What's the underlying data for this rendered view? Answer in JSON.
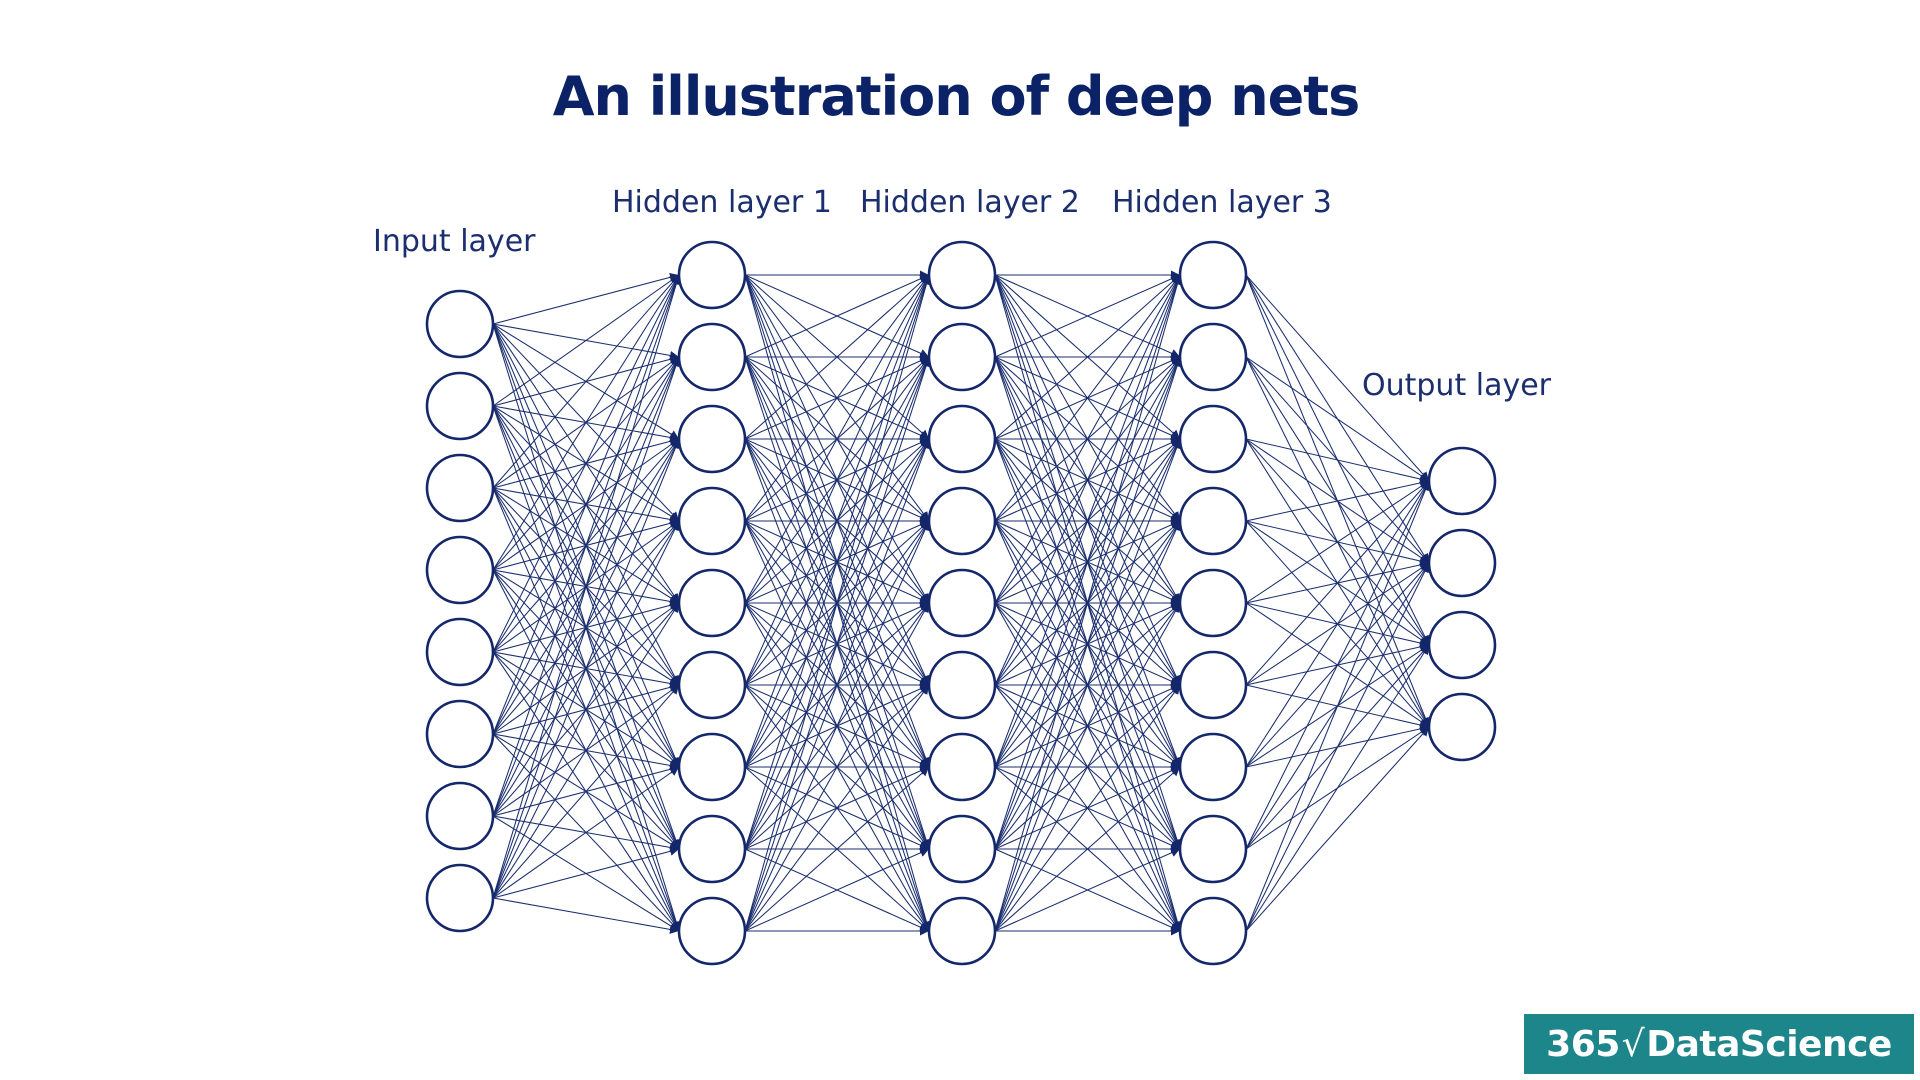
{
  "title": "An illustration of deep nets",
  "layers": [
    {
      "name": "input-layer",
      "label": "Input layer",
      "nodes": 8
    },
    {
      "name": "hidden-layer-1",
      "label": "Hidden layer 1",
      "nodes": 9
    },
    {
      "name": "hidden-layer-2",
      "label": "Hidden layer 2",
      "nodes": 9
    },
    {
      "name": "hidden-layer-3",
      "label": "Hidden layer 3",
      "nodes": 9
    },
    {
      "name": "output-layer",
      "label": "Output layer",
      "nodes": 4
    }
  ],
  "connections": "fully-connected",
  "colors": {
    "title": "#0c2266",
    "lines": "#1b2e6e",
    "nodes_stroke": "#14276a",
    "logo_background": "#1c868b"
  },
  "logo": {
    "number": "365",
    "symbol": "√",
    "text": "DataScience"
  }
}
